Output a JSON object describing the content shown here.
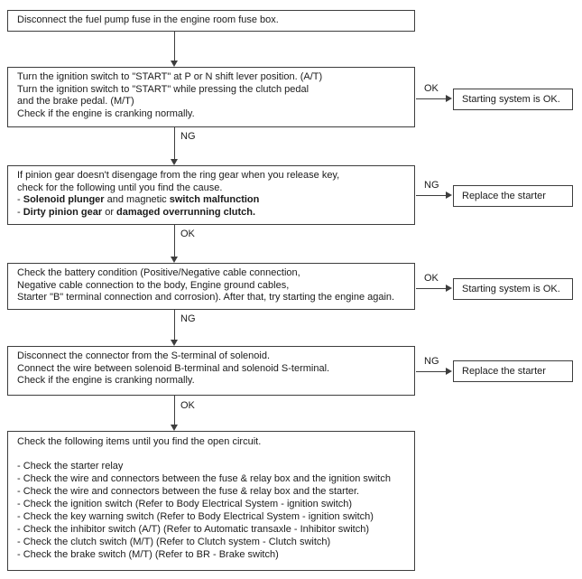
{
  "page": {
    "background": "#ffffff",
    "line_color": "#3d3d3d",
    "text_color": "#1b1b1b"
  },
  "steps": [
    {
      "name": "disconnect-fuel-pump-fuse",
      "lines": [
        "Disconnect the fuel pump fuse in the engine room fuse box."
      ]
    },
    {
      "name": "crank-test-ignition-start",
      "lines": [
        "Turn the ignition switch to \"START\" at P or N shift lever position. (A/T)",
        "Turn the ignition switch to \"START\" while pressing the clutch pedal",
        "and the brake pedal. (M/T)",
        "Check if the engine is cranking normally."
      ],
      "branch_label": "OK",
      "branch_result": "Starting system is OK.",
      "down_label": "NG"
    },
    {
      "name": "pinion-gear-disengage-check",
      "lines": [
        "If pinion gear doesn't disengage from the ring gear when you release key,",
        "check for the following until you find the cause."
      ],
      "rich": [
        [
          {
            "text": "- ",
            "bold": false
          },
          {
            "text": "Solenoid plunger",
            "bold": true
          },
          {
            "text": " and magnetic ",
            "bold": false
          },
          {
            "text": "switch malfunction",
            "bold": true
          }
        ],
        [
          {
            "text": "- ",
            "bold": false
          },
          {
            "text": "Dirty pinion gear",
            "bold": true
          },
          {
            "text": " or ",
            "bold": false
          },
          {
            "text": "damaged overrunning clutch.",
            "bold": true
          }
        ]
      ],
      "branch_label": "NG",
      "branch_result": "Replace the starter",
      "down_label": "OK"
    },
    {
      "name": "battery-condition-check",
      "lines": [
        "Check the battery condition (Positive/Negative cable connection,",
        "Negative cable connection to the body, Engine ground cables,",
        "Starter \"B\" terminal connection and corrosion). After that, try starting the engine again."
      ],
      "branch_label": "OK",
      "branch_result": "Starting system is OK.",
      "down_label": "NG"
    },
    {
      "name": "solenoid-s-terminal-jumper-test",
      "lines": [
        "Disconnect the connector from the S-terminal of solenoid.",
        "Connect the wire between solenoid B-terminal and solenoid S-terminal.",
        "Check if the engine is cranking normally."
      ],
      "branch_label": "NG",
      "branch_result": "Replace the starter",
      "down_label": "OK"
    },
    {
      "name": "open-circuit-checklist",
      "lines": [
        "Check the following items until you find the open circuit.",
        "- Check the starter relay",
        "- Check the wire and connectors between the fuse & relay box and the ignition switch",
        "- Check the wire and connectors between the fuse & relay box and the starter.",
        "- Check the ignition switch (Refer to Body Electrical System - ignition switch)",
        "- Check the key warning switch (Refer to Body Electrical System - ignition switch)",
        "- Check the inhibitor switch (A/T) (Refer to Automatic transaxle - Inhibitor switch)",
        "- Check the clutch switch (M/T) (Refer to Clutch system - Clutch switch)",
        "- Check the brake switch (M/T) (Refer to BR - Brake switch)"
      ]
    }
  ]
}
